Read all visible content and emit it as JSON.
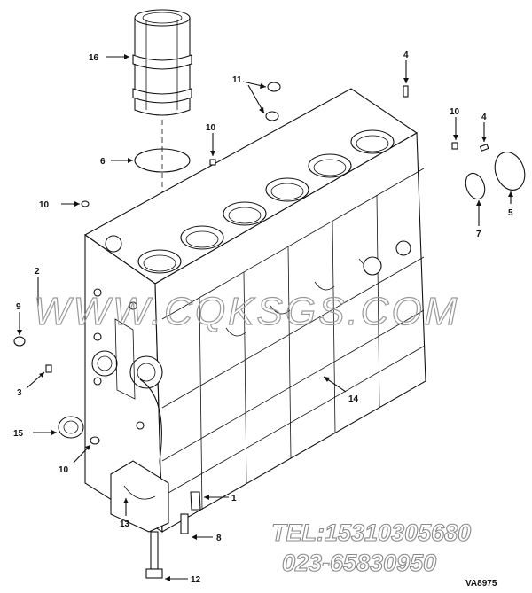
{
  "callouts": [
    {
      "id": "c16",
      "text": "16"
    },
    {
      "id": "c6",
      "text": "6"
    },
    {
      "id": "c11",
      "text": "11"
    },
    {
      "id": "c4a",
      "text": "4"
    },
    {
      "id": "c10a",
      "text": "10"
    },
    {
      "id": "c10b",
      "text": "10"
    },
    {
      "id": "c4b",
      "text": "4"
    },
    {
      "id": "c10c",
      "text": "10"
    },
    {
      "id": "c5",
      "text": "5"
    },
    {
      "id": "c7",
      "text": "7"
    },
    {
      "id": "c2",
      "text": "2"
    },
    {
      "id": "c9",
      "text": "9"
    },
    {
      "id": "c3",
      "text": "3"
    },
    {
      "id": "c14",
      "text": "14"
    },
    {
      "id": "c15",
      "text": "15"
    },
    {
      "id": "c10d",
      "text": "10"
    },
    {
      "id": "c1",
      "text": "1"
    },
    {
      "id": "c13",
      "text": "13"
    },
    {
      "id": "c8",
      "text": "8"
    },
    {
      "id": "c12",
      "text": "12"
    }
  ],
  "watermark": "WWW.CQKSGS.COM",
  "phone_line_1": "TEL:15310305680",
  "phone_line_2": "023-65830950",
  "drawing_code": "VA8975"
}
